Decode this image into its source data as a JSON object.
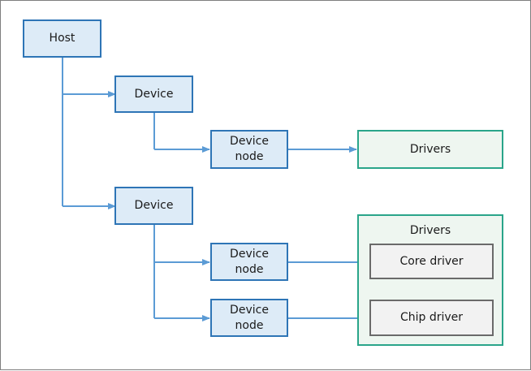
{
  "diagram": {
    "host": "Host",
    "devices": [
      {
        "label": "Device",
        "nodes": [
          {
            "line1": "Device",
            "line2": "node"
          }
        ]
      },
      {
        "label": "Device",
        "nodes": [
          {
            "line1": "Device",
            "line2": "node"
          },
          {
            "line1": "Device",
            "line2": "node"
          }
        ]
      }
    ],
    "drivers_simple": "Drivers",
    "drivers_group": {
      "title": "Drivers",
      "items": [
        "Core driver",
        "Chip driver"
      ]
    }
  },
  "colors": {
    "blue_fill": "#ddebf7",
    "blue_border": "#2e75b6",
    "green_border": "#2aa58a",
    "gray_border": "#6a6a6a",
    "arrow": "#5b9bd5"
  }
}
